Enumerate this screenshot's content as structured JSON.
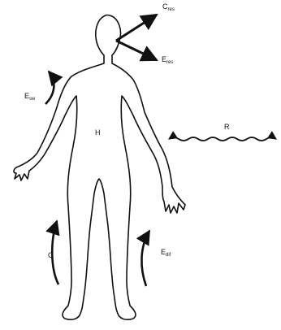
{
  "diagram": {
    "labels": {
      "c_res": {
        "main": "C",
        "sub": "res"
      },
      "e_res": {
        "main": "E",
        "sub": "res"
      },
      "e_sw": {
        "main": "E",
        "sub": "sw"
      },
      "h": {
        "main": "H"
      },
      "r": {
        "main": "R"
      },
      "c": {
        "main": "C"
      },
      "e_dif": {
        "main": "E",
        "sub": "dif"
      }
    },
    "colors": {
      "ink": "#111111",
      "background": "#ffffff"
    }
  }
}
